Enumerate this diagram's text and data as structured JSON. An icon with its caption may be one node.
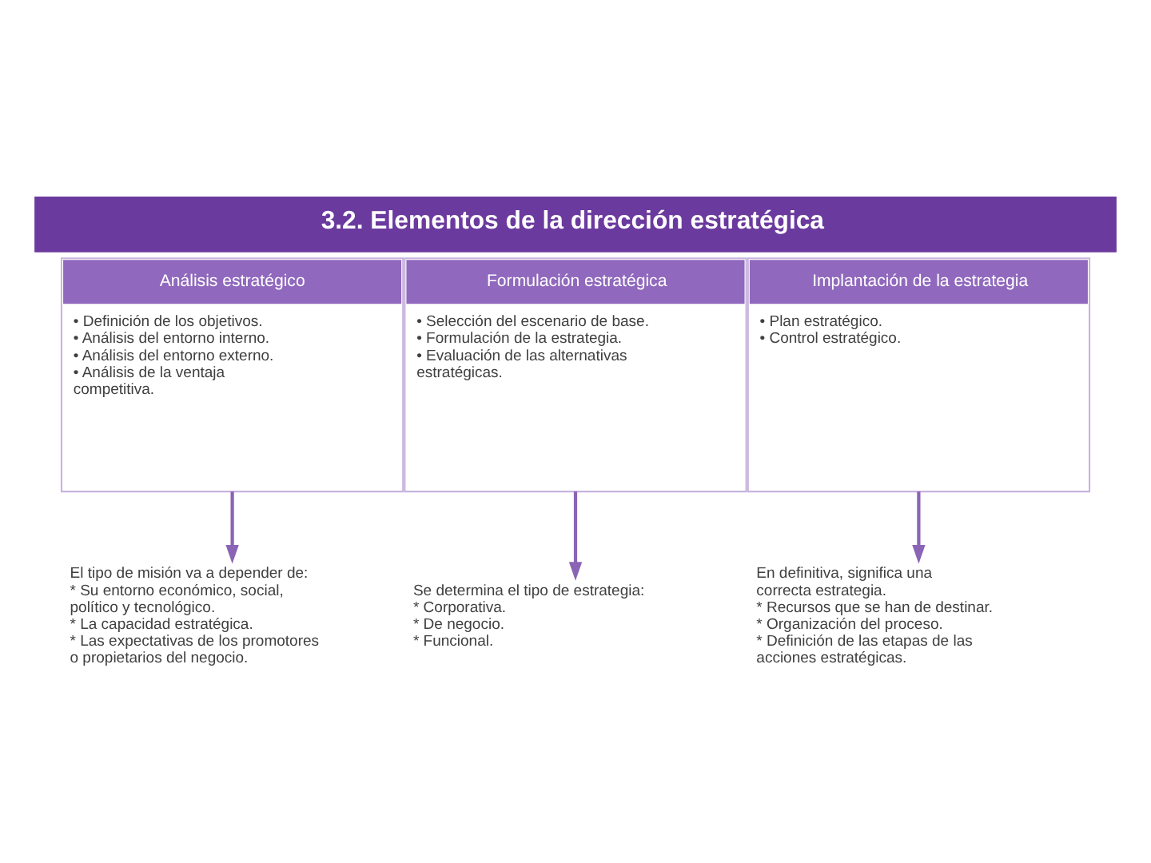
{
  "diagram": {
    "title": "3.2. Elementos de la dirección estratégica",
    "nodes": [
      {
        "text": [
          "Análisis estratégico",
          "• Definición de los objetivos.",
          "• Análisis del entorno interno.",
          "• Análisis del entorno externo.",
          "• Análisis de la ventaja competitiva."
        ]
      },
      {
        "text": [
          "Formulación estratégica",
          "• Selección del escenario de base.",
          "• Formulación de la estrategia.",
          "• Evaluación de las alternativas estratégicas."
        ]
      },
      {
        "text": [
          "Implantación de la estrategia",
          "• Plan estratégico.",
          "• Control estratégico."
        ]
      },
      {
        "text": [
          "El tipo de misión va a depender de:",
          "* Su entorno económico, social, político y tecnológico.",
          "* La capacidad estratégica.",
          "* Las expectativas de los promotores o propietarios del negocio."
        ]
      },
      {
        "text": [
          "Se determina el tipo de estrategia:",
          "* Corporativa.",
          "* De negocio.",
          "* Funcional."
        ]
      },
      {
        "text": [
          "En definitiva, significa una correcta estrategia.",
          "* Recursos que se han de destinar.",
          "* Organización del proceso.",
          "* Definición de las etapas de las acciones estratégicas."
        ]
      }
    ],
    "edges": [
      {
        "from": 0,
        "to": 3,
        "arrow": "to"
      },
      {
        "from": 1,
        "to": 4,
        "arrow": "to"
      },
      {
        "from": 2,
        "to": 5,
        "arrow": "to"
      }
    ]
  }
}
